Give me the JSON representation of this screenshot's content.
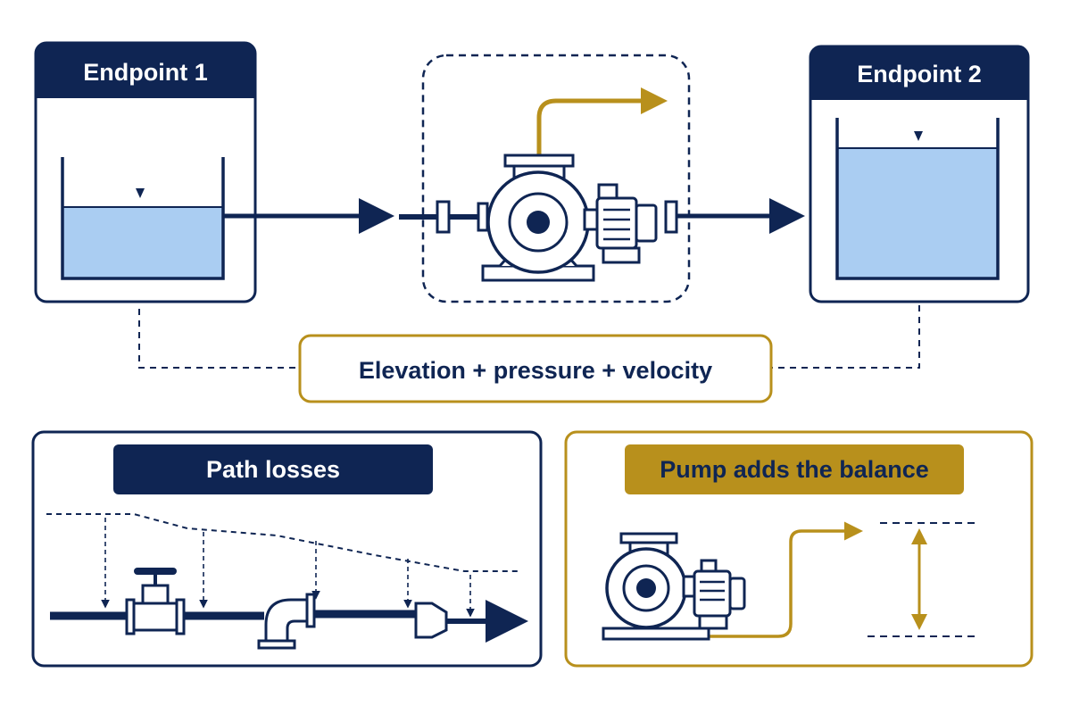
{
  "endpoint1": {
    "title": "Endpoint 1"
  },
  "endpoint2": {
    "title": "Endpoint 2"
  },
  "energy_terms": {
    "text": "Elevation + pressure + velocity"
  },
  "path_losses": {
    "title": "Path losses"
  },
  "pump_panel": {
    "title": "Pump adds the balance"
  },
  "colors": {
    "navy": "#0f2553",
    "gold": "#b8901c",
    "water": "#aacdf2",
    "white": "#ffffff"
  },
  "icons": [
    "tank-icon",
    "pump-icon",
    "motor-icon",
    "valve-icon",
    "elbow-icon",
    "reducer-icon",
    "arrow-icon"
  ]
}
